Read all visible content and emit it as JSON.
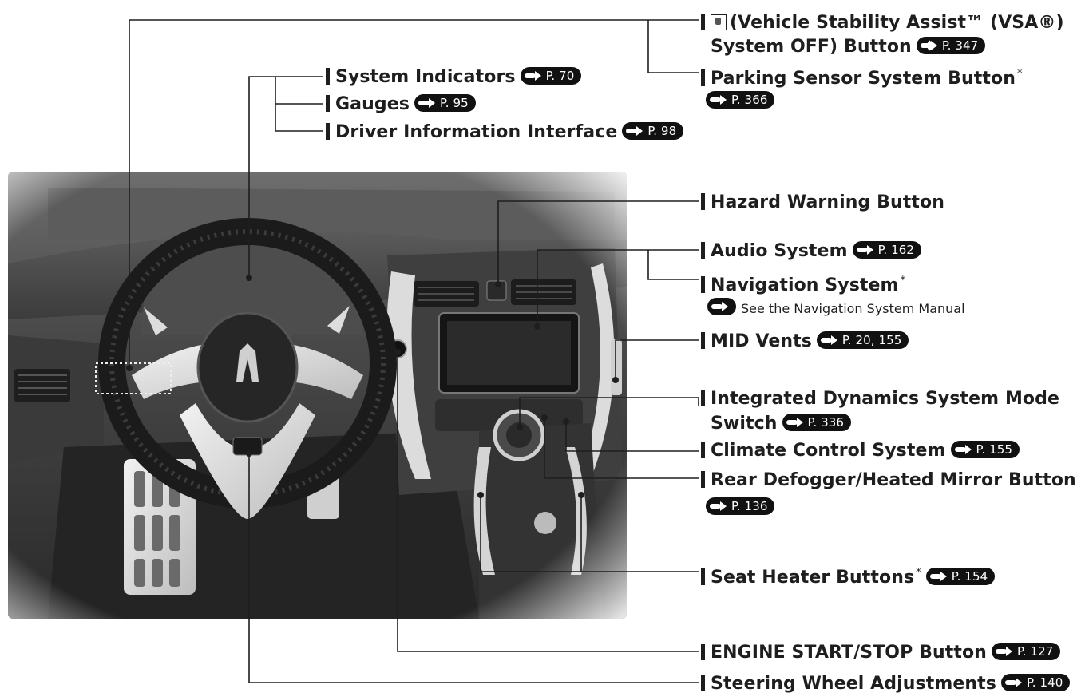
{
  "labels": [
    {
      "id": "vsa",
      "lines": [
        {
          "text": "(Vehicle Stability Assist™ (VSA®)",
          "icon": "vsa-off-icon"
        },
        {
          "text": "System OFF) Button",
          "ref": "P. 347"
        }
      ]
    },
    {
      "id": "parking",
      "lines": [
        {
          "text": "Parking Sensor System Button",
          "asterisk": true
        },
        {
          "ref": "P. 366"
        }
      ]
    },
    {
      "id": "sysind",
      "lines": [
        {
          "text": "System Indicators",
          "ref": "P. 70"
        }
      ]
    },
    {
      "id": "gauges",
      "lines": [
        {
          "text": "Gauges",
          "ref": "P. 95"
        }
      ]
    },
    {
      "id": "dii",
      "lines": [
        {
          "text": "Driver Information Interface",
          "ref": "P. 98"
        }
      ]
    },
    {
      "id": "hazard",
      "lines": [
        {
          "text": "Hazard Warning Button"
        }
      ]
    },
    {
      "id": "audio",
      "lines": [
        {
          "text": "Audio System",
          "ref": "P. 162"
        }
      ]
    },
    {
      "id": "nav",
      "lines": [
        {
          "text": "Navigation System",
          "asterisk": true
        }
      ]
    },
    {
      "id": "mid",
      "lines": [
        {
          "text": "MID Vents",
          "ref": "P. 20, 155"
        }
      ]
    },
    {
      "id": "ids",
      "lines": [
        {
          "text": "Integrated Dynamics System Mode"
        },
        {
          "text": "Switch",
          "ref": "P. 336"
        }
      ]
    },
    {
      "id": "climate",
      "lines": [
        {
          "text": "Climate Control System",
          "ref": "P. 155"
        }
      ]
    },
    {
      "id": "defog",
      "lines": [
        {
          "text": "Rear Defogger/Heated Mirror Button"
        },
        {
          "ref": "P. 136"
        }
      ]
    },
    {
      "id": "seat",
      "lines": [
        {
          "text": "Seat Heater Buttons",
          "asterisk": true,
          "ref": "P. 154"
        }
      ]
    },
    {
      "id": "engine",
      "lines": [
        {
          "text": "ENGINE START/STOP Button",
          "ref": "P. 127"
        }
      ]
    },
    {
      "id": "steering",
      "lines": [
        {
          "text": "Steering Wheel Adjustments",
          "ref": "P. 140"
        }
      ]
    }
  ],
  "nav_note": {
    "text": "See the Navigation System Manual"
  },
  "colors": {
    "ink": "#1e1e1e",
    "ref_badge": "#111111",
    "interior_dark": "#2a2a2a",
    "interior_light": "#d8d8d8"
  }
}
